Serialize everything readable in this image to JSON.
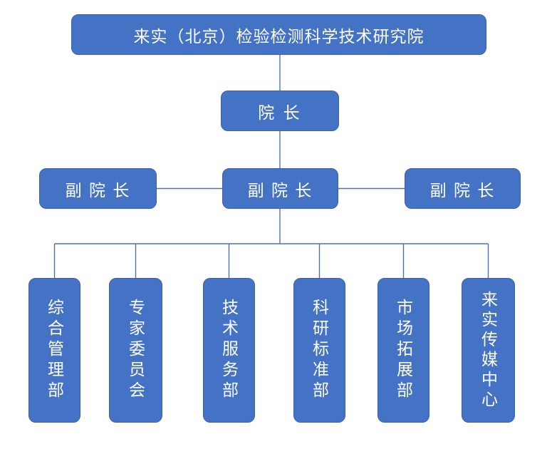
{
  "colors": {
    "box_fill": "#4472C4",
    "box_border": "#3A62A8",
    "connector": "#4F73A9",
    "text": "#FFFFFF",
    "background": "#FFFFFF"
  },
  "org_chart": {
    "root": {
      "label": "来实（北京）检验检测科学技术研究院"
    },
    "dean": {
      "label": "院 长"
    },
    "vice_deans": [
      {
        "label": "副 院 长"
      },
      {
        "label": "副 院 长"
      },
      {
        "label": "副 院 长"
      }
    ],
    "departments": [
      {
        "label": "综合管理部"
      },
      {
        "label": "专家委员会"
      },
      {
        "label": "技术服务部"
      },
      {
        "label": "科研标准部"
      },
      {
        "label": "市场拓展部"
      },
      {
        "label": "来实传媒中心"
      }
    ]
  }
}
